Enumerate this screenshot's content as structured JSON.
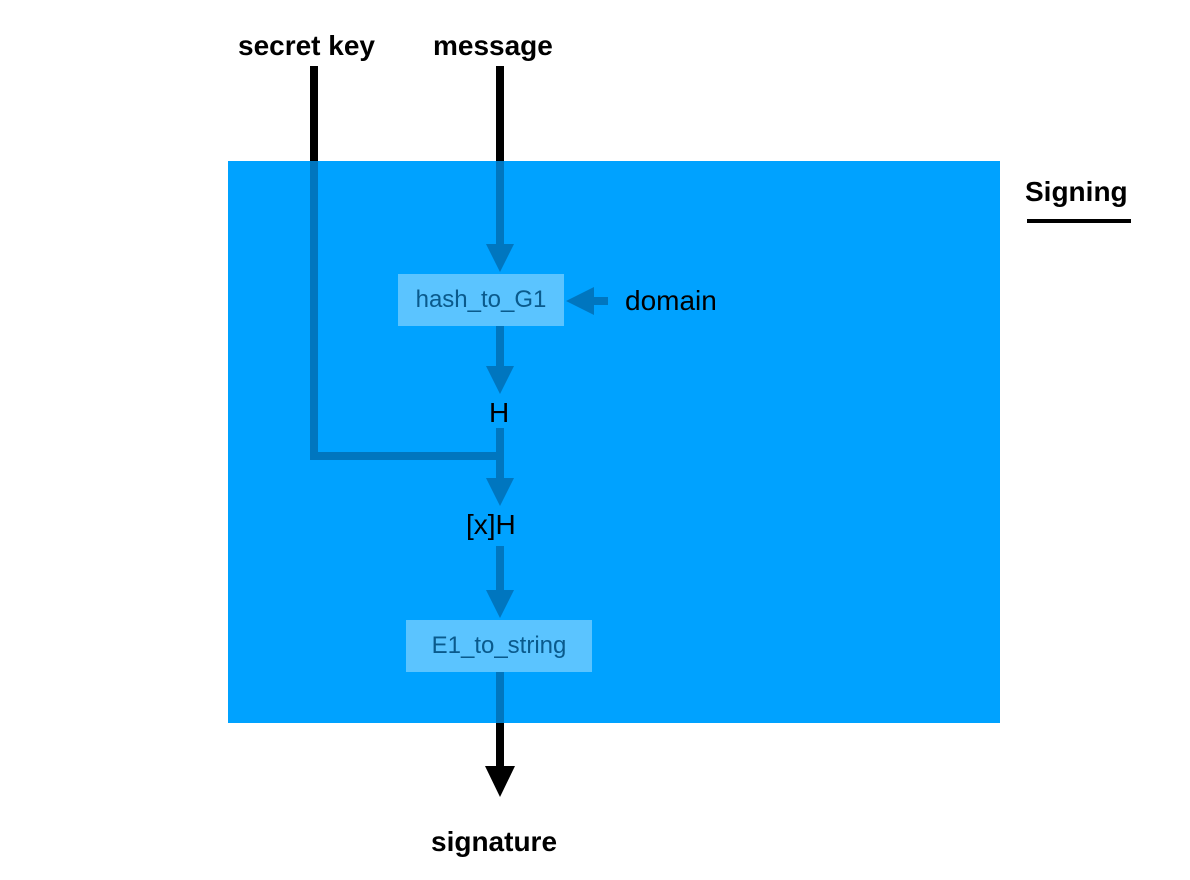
{
  "inputs": {
    "secret_key": "secret key",
    "message": "message",
    "domain": "domain"
  },
  "section": {
    "title": "Signing"
  },
  "functions": {
    "hash": "hash_to_G1",
    "encode": "E1_to_string"
  },
  "values": {
    "h": "H",
    "xh": "[x]H"
  },
  "output": {
    "signature": "signature"
  },
  "colors": {
    "box_fill": "#00a2ff",
    "function_fill": "#5bc4ff",
    "function_text": "#0a5a8c",
    "inner_arrow": "#0076bf",
    "outer_arrow": "#000000",
    "text": "#000000"
  }
}
